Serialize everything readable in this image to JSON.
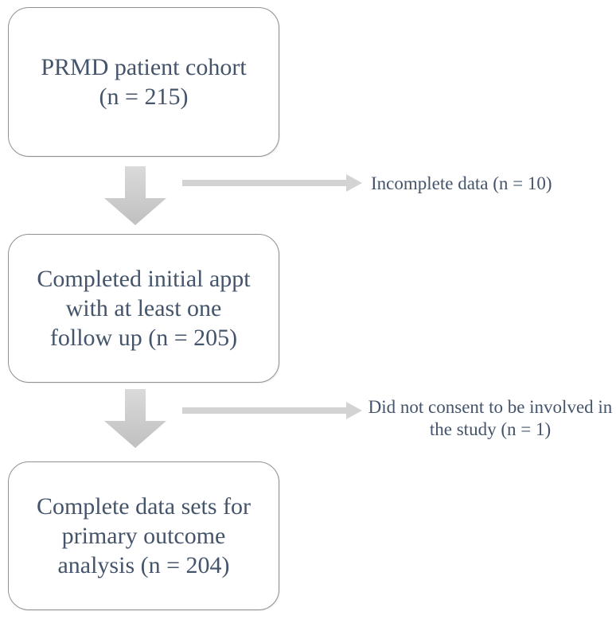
{
  "colors": {
    "background": "#ffffff",
    "text": "#44546a",
    "box_border": "#919191",
    "block_arrow_top": "#dadada",
    "block_arrow_bottom": "#c0c0c0",
    "side_arrow": "#d3d3d3"
  },
  "flowchart": {
    "nodes": [
      {
        "id": "prmd-cohort",
        "lines": [
          "PRMD patient cohort",
          "(n = 215)"
        ]
      },
      {
        "id": "completed-initial",
        "lines": [
          "Completed initial appt",
          "with at least one",
          "follow up (n = 205)"
        ]
      },
      {
        "id": "complete-datasets",
        "lines": [
          "Complete data sets for",
          "primary outcome",
          "analysis (n = 204)"
        ]
      }
    ],
    "exclusions": [
      {
        "id": "incomplete-data",
        "lines": [
          "Incomplete data (n = 10)"
        ]
      },
      {
        "id": "no-consent",
        "lines": [
          "Did not consent to be involved",
          "in the study (n = 1)"
        ]
      }
    ]
  }
}
